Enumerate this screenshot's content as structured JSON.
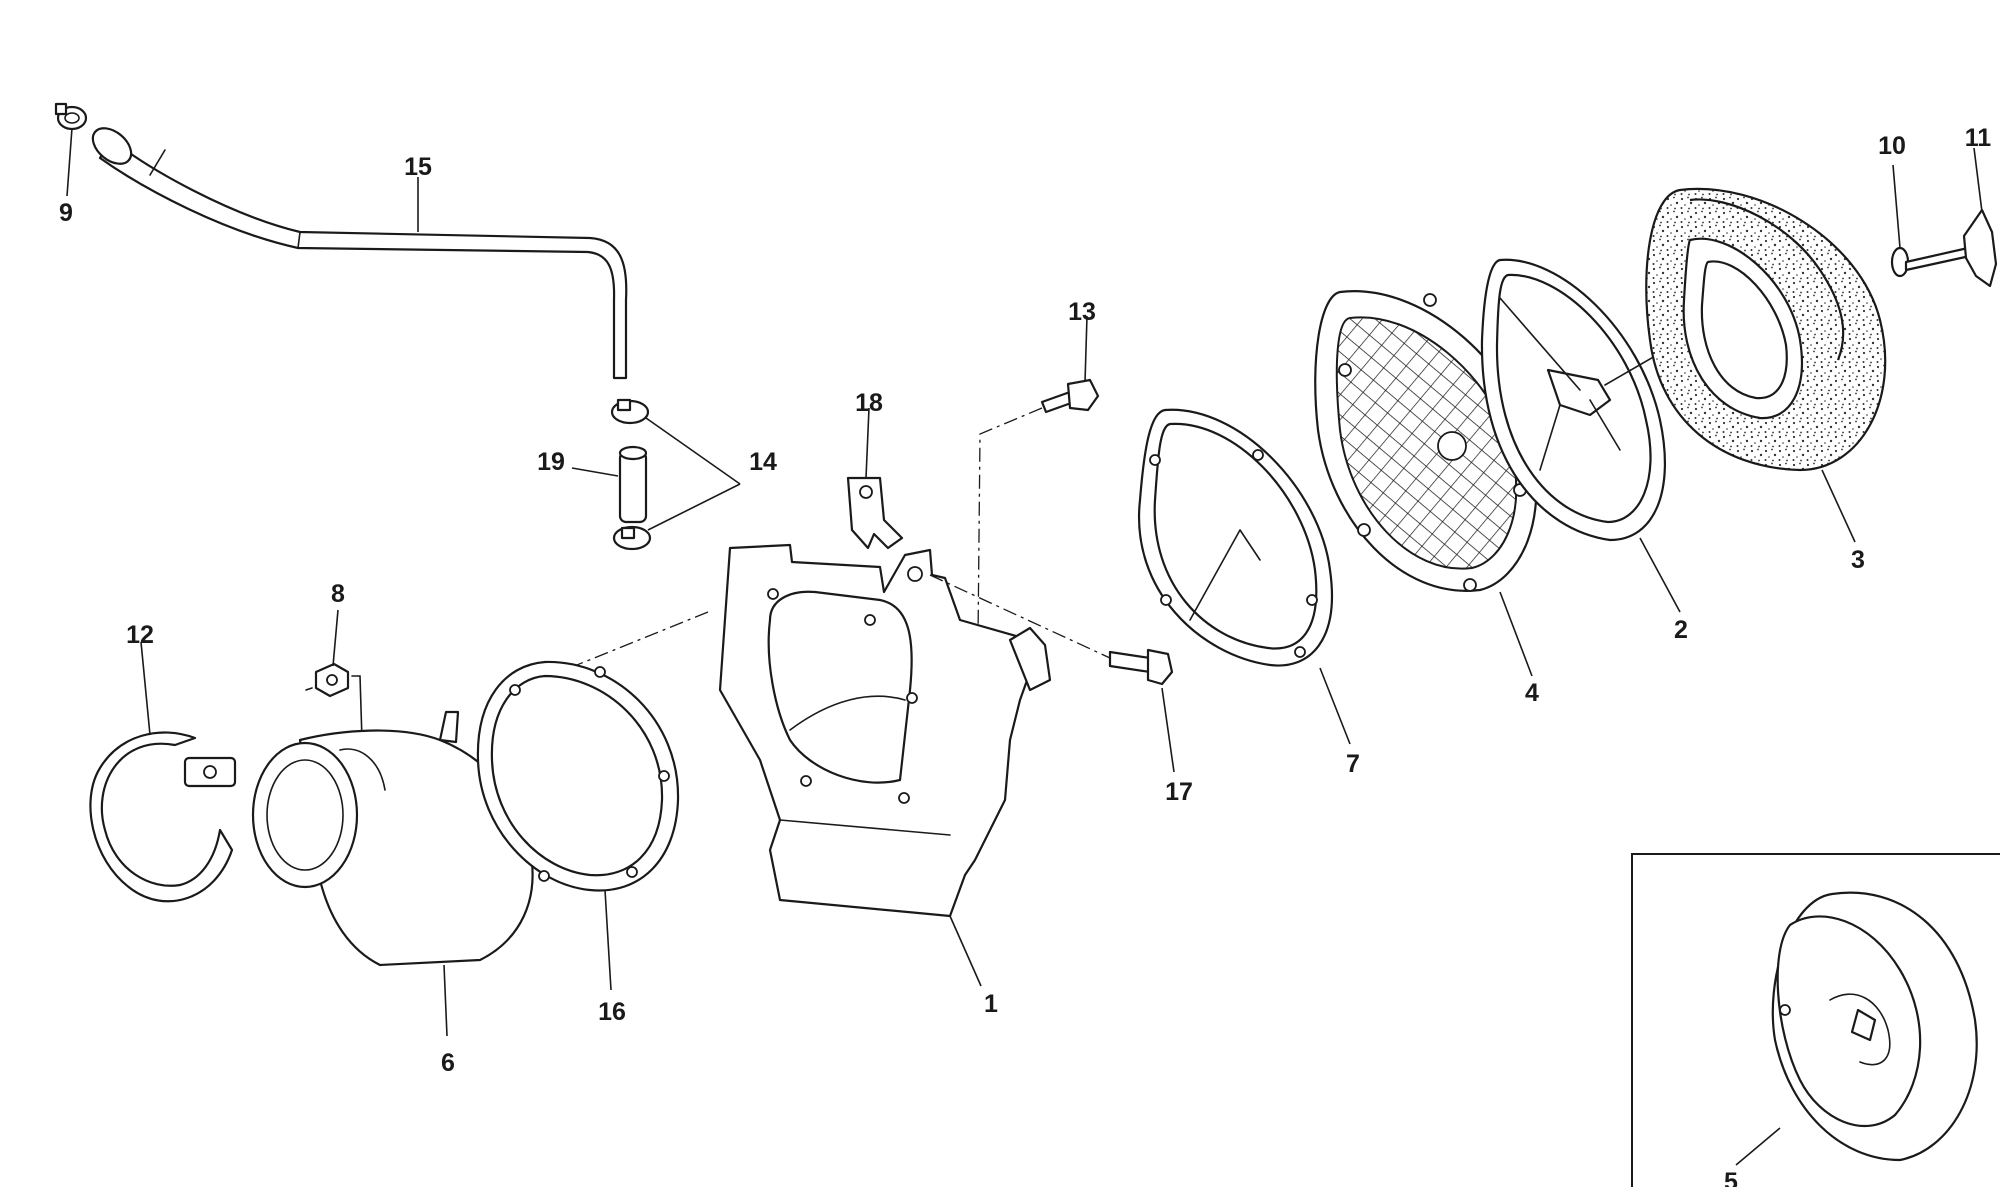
{
  "callouts": [
    "1",
    "2",
    "3",
    "4",
    "5",
    "6",
    "7",
    "8",
    "9",
    "10",
    "11",
    "12",
    "13",
    "14",
    "15",
    "16",
    "17",
    "18",
    "19"
  ],
  "colors": {
    "line": "#1a1a1a",
    "background": "#ffffff"
  }
}
